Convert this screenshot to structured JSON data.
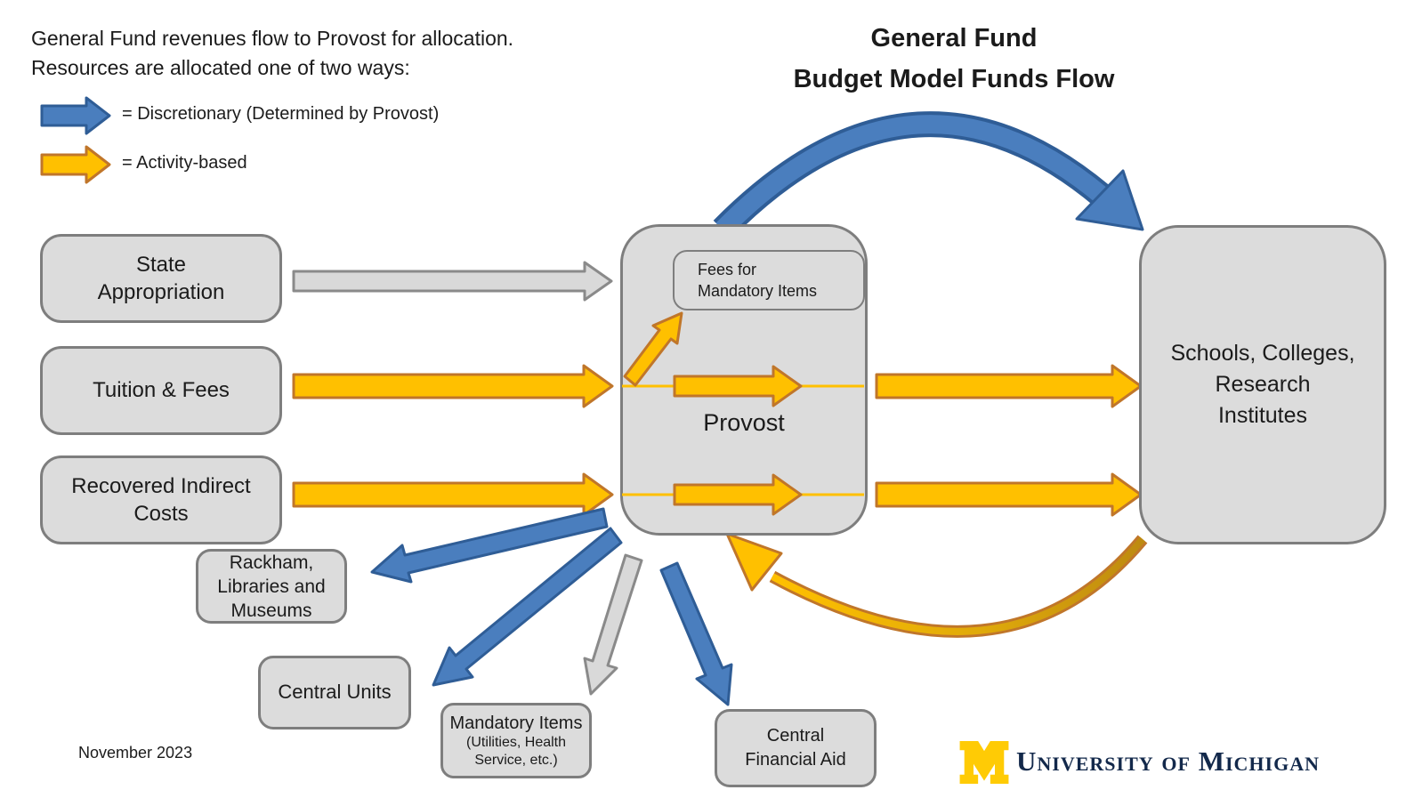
{
  "slide": {
    "intro_line1": "General Fund revenues flow to Provost for allocation.",
    "intro_line2": "Resources are allocated one of two ways:",
    "title_line1": "General Fund",
    "title_line2": "Budget Model Funds Flow",
    "date": "November 2023"
  },
  "legend": {
    "discretionary": "= Discretionary (Determined by Provost)",
    "activity": "= Activity-based"
  },
  "nodes": {
    "state": {
      "lines": [
        "State",
        "Appropriation"
      ]
    },
    "tuition": {
      "lines": [
        "Tuition & Fees"
      ]
    },
    "recovered": {
      "lines": [
        "Recovered Indirect",
        "Costs"
      ]
    },
    "provost": {
      "label": "Provost",
      "fees_line1": "Fees for",
      "fees_line2": "Mandatory Items"
    },
    "schools": {
      "lines": [
        "Schools, Colleges,",
        "Research",
        "Institutes"
      ]
    },
    "rackham": {
      "lines": [
        "Rackham,",
        "Libraries and",
        "Museums"
      ]
    },
    "central_units": {
      "lines": [
        "Central Units"
      ]
    },
    "mandatory_items": {
      "lines": [
        "Mandatory Items",
        "(Utilities, Health",
        "Service, etc.)"
      ]
    },
    "central_financial_aid": {
      "lines": [
        "Central",
        "Financial Aid"
      ]
    }
  },
  "logo": {
    "wordmark": "University of Michigan"
  },
  "colors": {
    "blue": "#4A7EBE",
    "blue_border": "#2F5D96",
    "orange": "#FFC000",
    "orange_border": "#C0762A",
    "orange_dark": "#BE8A10",
    "gray_arrow": "#D9D9D9",
    "gray_arrow_border": "#8A8A8A",
    "node_fill": "#DCDCDC",
    "node_border": "#7E7E7E",
    "maize": "#FFCB05",
    "navy": "#13294B"
  }
}
